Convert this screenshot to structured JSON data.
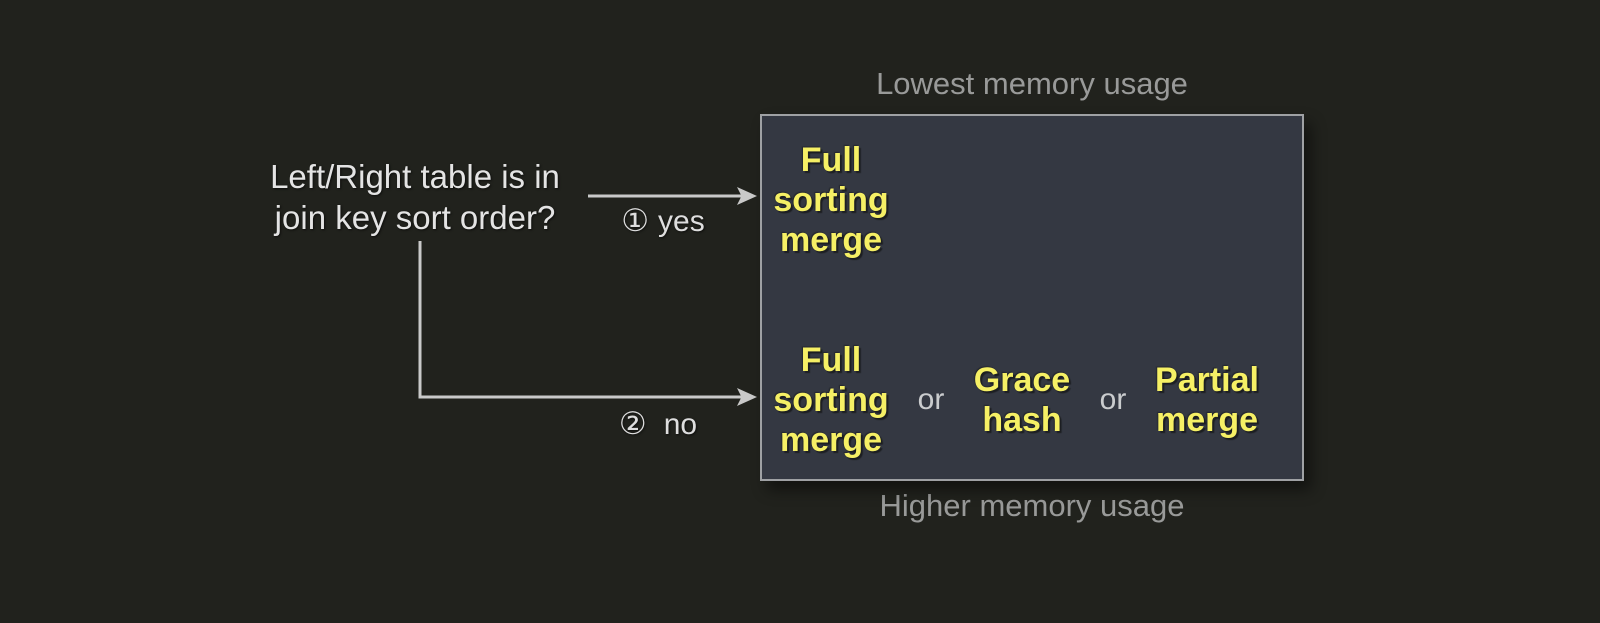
{
  "diagram_title": "join algorithm decision diagram",
  "question": {
    "text": "Left/Right table is in\njoin key sort order?"
  },
  "branches": {
    "yes": {
      "marker": "①",
      "label": "yes"
    },
    "no": {
      "marker": "②",
      "label": "no"
    }
  },
  "memory_labels": {
    "top": "Lowest memory usage",
    "bottom": "Higher memory usage"
  },
  "box": {
    "rows": [
      {
        "name": "sorted-input-row",
        "items": [
          {
            "type": "algorithm",
            "text": "Full\nsorting\nmerge"
          }
        ]
      },
      {
        "name": "unsorted-input-row",
        "items": [
          {
            "type": "algorithm",
            "text": "Full\nsorting\nmerge"
          },
          {
            "type": "separator",
            "text": "or"
          },
          {
            "type": "algorithm",
            "text": "Grace\nhash"
          },
          {
            "type": "separator",
            "text": "or"
          },
          {
            "type": "algorithm",
            "text": "Partial\nmerge"
          }
        ]
      }
    ]
  },
  "colors": {
    "background": "#21221d",
    "box_fill": "#343842",
    "box_border": "#9fa1a4",
    "algorithm_text": "#f6f065",
    "question_text": "#e4e4e4",
    "memory_label_text": "#999a99",
    "connector": "#c9c9c9"
  }
}
